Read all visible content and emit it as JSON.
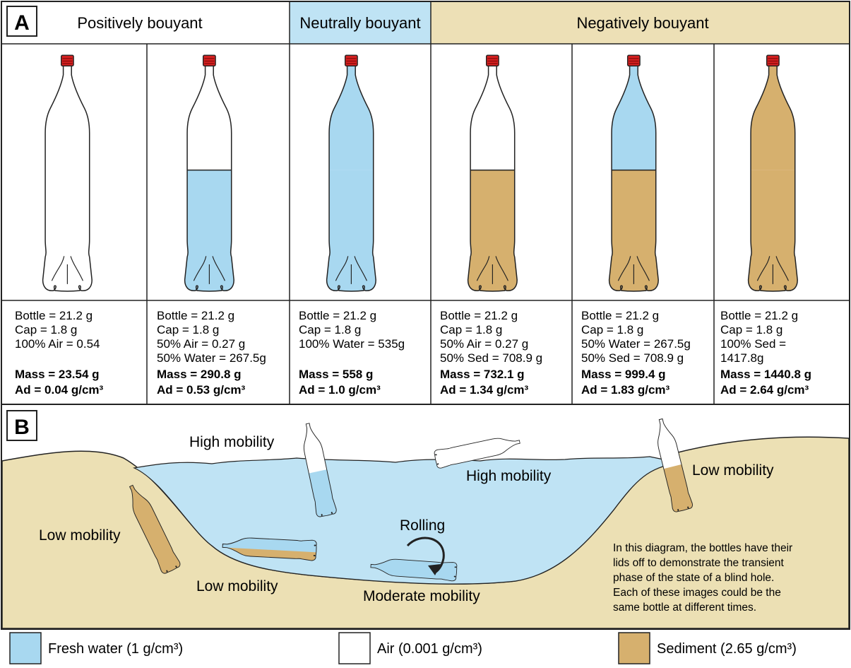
{
  "panel_a": {
    "label": "A",
    "headers": {
      "positive": "Positively bouyant",
      "neutral": "Neutrally bouyant",
      "negative": "Negatively bouyant"
    },
    "bottles": [
      {
        "fill": "air",
        "lines": [
          "Bottle = 21.2 g",
          "Cap = 1.8 g",
          "100% Air = 0.54",
          ""
        ],
        "mass": "Mass = 23.54 g",
        "ad": "Ad = 0.04 g/cm³"
      },
      {
        "fill": "air-water",
        "lines": [
          "Bottle = 21.2 g",
          "Cap = 1.8 g",
          "50% Air = 0.27 g",
          "50% Water = 267.5g"
        ],
        "mass": "Mass = 290.8 g",
        "ad": "Ad = 0.53 g/cm³"
      },
      {
        "fill": "water",
        "lines": [
          "Bottle = 21.2 g",
          "Cap = 1.8 g",
          "100% Water = 535g",
          ""
        ],
        "mass": "Mass = 558 g",
        "ad": "Ad = 1.0 g/cm³"
      },
      {
        "fill": "air-sed",
        "lines": [
          "Bottle = 21.2 g",
          "Cap = 1.8 g",
          "50% Air = 0.27 g",
          "50% Sed = 708.9 g"
        ],
        "mass": "Mass = 732.1 g",
        "ad": "Ad = 1.34 g/cm³"
      },
      {
        "fill": "water-sed",
        "lines": [
          "Bottle = 21.2 g",
          "Cap = 1.8 g",
          "50% Water = 267.5g",
          "50% Sed = 708.9 g"
        ],
        "mass": "Mass = 999.4 g",
        "ad": "Ad = 1.83 g/cm³"
      },
      {
        "fill": "sed",
        "lines": [
          "Bottle = 21.2 g",
          "Cap = 1.8 g",
          "100% Sed =",
          "1417.8g"
        ],
        "mass": "Mass = 1440.8 g",
        "ad": "Ad = 2.64 g/cm³"
      }
    ]
  },
  "panel_b": {
    "label": "B",
    "labels": {
      "high_left": "High mobility",
      "high_right": "High mobility",
      "low_right": "Low mobility",
      "low_left": "Low mobility",
      "low_bottom": "Low mobility",
      "rolling": "Rolling",
      "moderate": "Moderate mobility"
    },
    "note": [
      "In this diagram, the bottles have their",
      "lids off to demonstrate the transient",
      "phase of the state of a blind hole.",
      "Each of these images could be the",
      "same bottle at different times."
    ]
  },
  "legend": {
    "water": "Fresh water (1 g/cm³)",
    "air": "Air (0.001 g/cm³)",
    "sediment": "Sediment (2.65 g/cm³)"
  },
  "colors": {
    "water": "#a8d8f0",
    "sediment": "#d6b06e",
    "sediment_ground": "#ece0b4",
    "header_neutral": "#bfe3f4",
    "header_negative": "#ede0b6",
    "cap": "#d42020"
  }
}
